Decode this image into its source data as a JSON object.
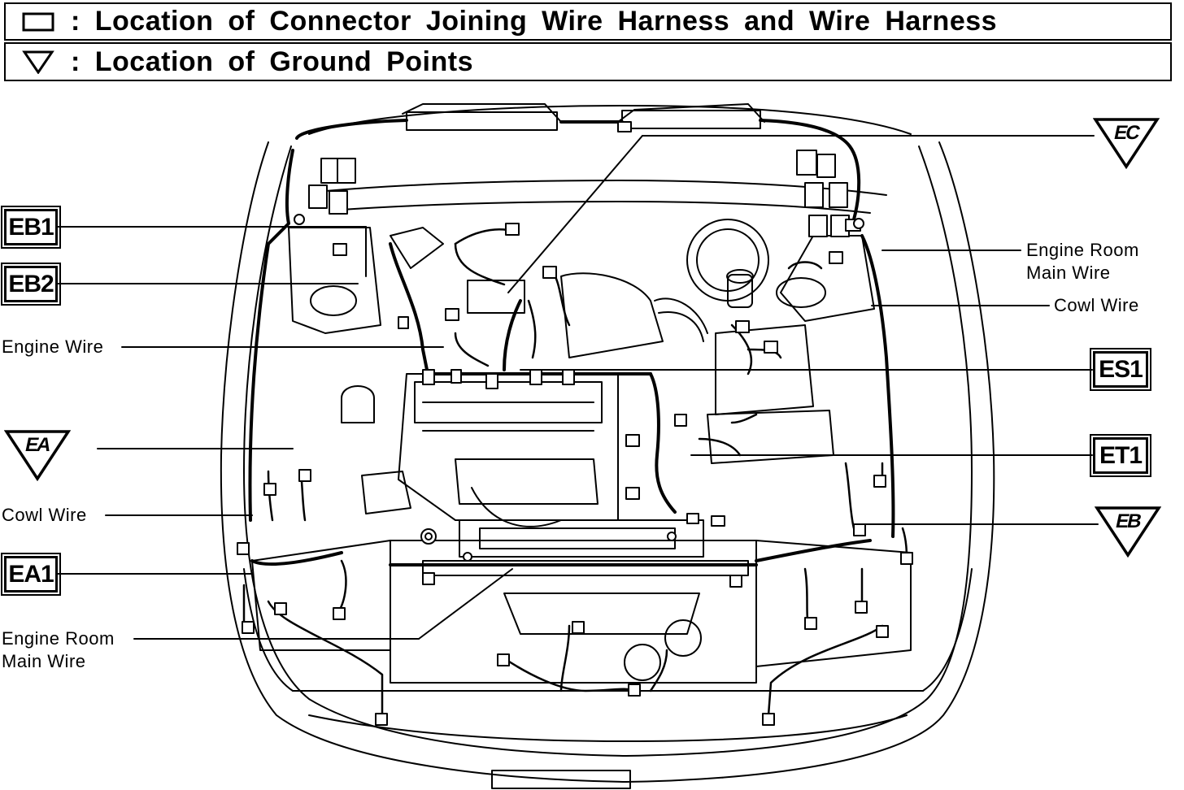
{
  "legend": {
    "connector_text": ":  Location of Connector Joining Wire Harness and Wire Harness",
    "ground_text": ":  Location of Ground Points",
    "connector_symbol": "square-outline",
    "ground_symbol": "triangle-down-outline"
  },
  "connector_codes": {
    "eb1": "EB1",
    "eb2": "EB2",
    "ea1": "EA1",
    "es1": "ES1",
    "et1": "ET1"
  },
  "ground_codes": {
    "ec": "EC",
    "ea": "EA",
    "eb": "EB"
  },
  "wire_labels": {
    "engine_wire": "Engine Wire",
    "cowl_wire_left": "Cowl Wire",
    "engine_room_main_left_1": "Engine Room",
    "engine_room_main_left_2": "Main Wire",
    "engine_room_main_right_1": "Engine Room",
    "engine_room_main_right_2": "Main Wire",
    "cowl_wire_right": "Cowl Wire"
  }
}
